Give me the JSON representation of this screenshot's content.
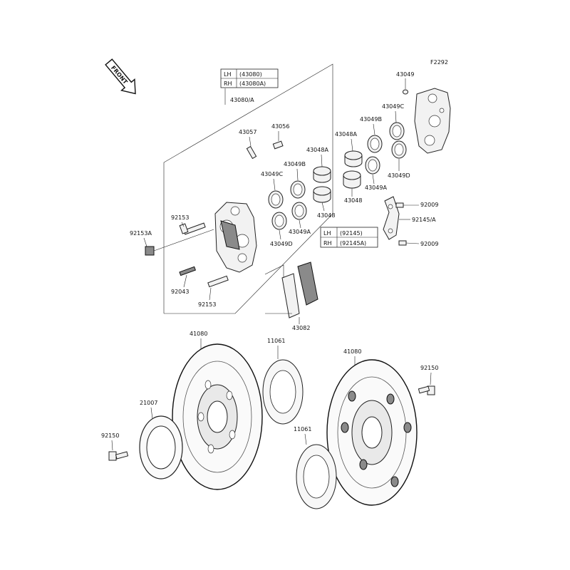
{
  "diagram_code": "F2292",
  "front_label": "FRONT",
  "caliper_legend": {
    "lh_label": "LH",
    "lh_part": "(43080)",
    "rh_label": "RH",
    "rh_part": "(43080A)"
  },
  "bracket_legend": {
    "lh_label": "LH",
    "lh_part": "(92145)",
    "rh_label": "RH",
    "rh_part": "(92145A)"
  },
  "labels": {
    "p43080A": "43080/A",
    "p43049_top": "43049",
    "p43049C_right": "43049C",
    "p43049B_right": "43049B",
    "p43048A_right": "43048A",
    "p43057": "43057",
    "p43056": "43056",
    "p43048A_left": "43048A",
    "p43049B_left": "43049B",
    "p43049C_left": "43049C",
    "p43049D_right": "43049D",
    "p43048_right": "43048",
    "p43049A_right": "43049A",
    "p43048_left": "43048",
    "p92009_top": "92009",
    "p92145A": "92145/A",
    "p92009_bottom": "92009",
    "p92153_top": "92153",
    "p92153A": "92153A",
    "p43049A_left": "43049A",
    "p43049D_left": "43049D",
    "p92043": "92043",
    "p92153_bottom": "92153",
    "p43082": "43082",
    "p41080_left": "41080",
    "p11061_top": "11061",
    "p41080_right": "41080",
    "p92150_right": "92150",
    "p21007": "21007",
    "p92150_left": "92150",
    "p11061_bottom": "11061"
  }
}
